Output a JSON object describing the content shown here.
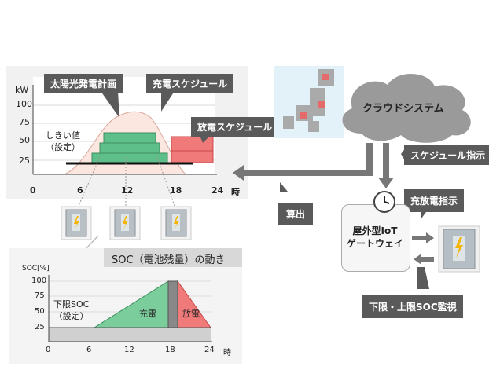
{
  "top_chart": {
    "unit": "kW",
    "y_ticks": [
      "100",
      "75",
      "50",
      "25"
    ],
    "x_ticks": [
      "0",
      "6",
      "12",
      "18",
      "24"
    ],
    "x_unit": "時",
    "threshold_label_line1": "しきい値",
    "threshold_label_line2": "（設定）",
    "callout_solar": "太陽光発電計画",
    "callout_charge": "充電スケジュール",
    "callout_discharge": "放電スケジュール",
    "colors": {
      "charge": "#5fbf8a",
      "discharge": "#f07a7a",
      "solar_fill": "#fbe6e0"
    }
  },
  "soc_chart": {
    "title": "SOC（電池残量）の動き",
    "y_axis_label": "SOC[%]",
    "y_ticks": [
      "100",
      "75",
      "50",
      "25"
    ],
    "x_ticks": [
      "0",
      "6",
      "12",
      "18",
      "24"
    ],
    "x_unit": "時",
    "lower_limit_line1": "下限SOC",
    "lower_limit_line2": "（設定）",
    "charge_label": "充電",
    "discharge_label": "放電"
  },
  "cloud": {
    "label": "クラウドシステム"
  },
  "gateway": {
    "line1": "屋外型IoT",
    "line2": "ゲートウェイ"
  },
  "labels": {
    "schedule_instruction": "スケジュール指示",
    "calculation": "算出",
    "charge_discharge_instruction": "充放電指示",
    "soc_monitoring": "下限・上限SOC監視"
  }
}
